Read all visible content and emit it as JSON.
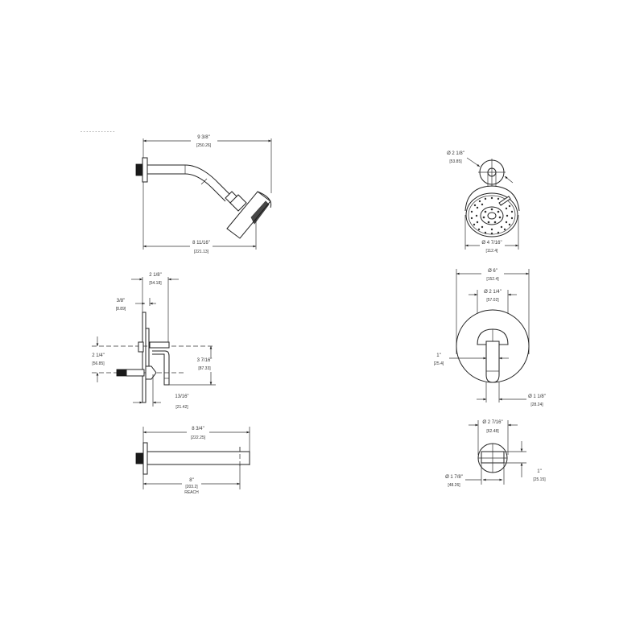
{
  "header": {
    "title_marks": "- - - - - - - - - - - -"
  },
  "shower_arm_side": {
    "overall": {
      "inch": "9 3/8\"",
      "mm": "[250.26]"
    },
    "reach": {
      "inch": "8 11/16\"",
      "mm": "[221.13]"
    }
  },
  "valve_side": {
    "depth": {
      "inch": "2 1/8\"",
      "mm": "[54.18]"
    },
    "plate": {
      "inch": "3/8\"",
      "mm": "[8.89]"
    },
    "center_offset": {
      "inch": "2 1/4\"",
      "mm": "[56.85]"
    },
    "height": {
      "inch": "3 7/16\"",
      "mm": "[87.33]"
    },
    "stem": {
      "inch": "13/16\"",
      "mm": "[21.42]"
    }
  },
  "tub_spout_side": {
    "length": {
      "inch": "8 3/4\"",
      "mm": "[222.25]"
    },
    "reach": {
      "inch": "8\"",
      "mm": "[203.2]",
      "label": "REACH"
    }
  },
  "showerhead_front": {
    "flange_dia": {
      "inch": "Ø 2 1/8\"",
      "mm": "[53.85]"
    },
    "head_dia": {
      "inch": "Ø 4 7/16\"",
      "mm": "[112.4]"
    }
  },
  "trim_front": {
    "plate_dia": {
      "inch": "Ø 6\"",
      "mm": "[152.4]"
    },
    "hub_dia": {
      "inch": "Ø 2 1/4\"",
      "mm": "[57.02]"
    },
    "handle_width": {
      "inch": "1\"",
      "mm": "[25.4]"
    },
    "handle_end": {
      "inch": "Ø 1 1/8\"",
      "mm": "[28.24]"
    }
  },
  "spout_front": {
    "outer_dia": {
      "inch": "Ø 2 7/16\"",
      "mm": "[62.48]"
    },
    "inner_dia": {
      "inch": "Ø 1 7/8\"",
      "mm": "[48.26]"
    },
    "height": {
      "inch": "1\"",
      "mm": "[25.15]"
    }
  }
}
